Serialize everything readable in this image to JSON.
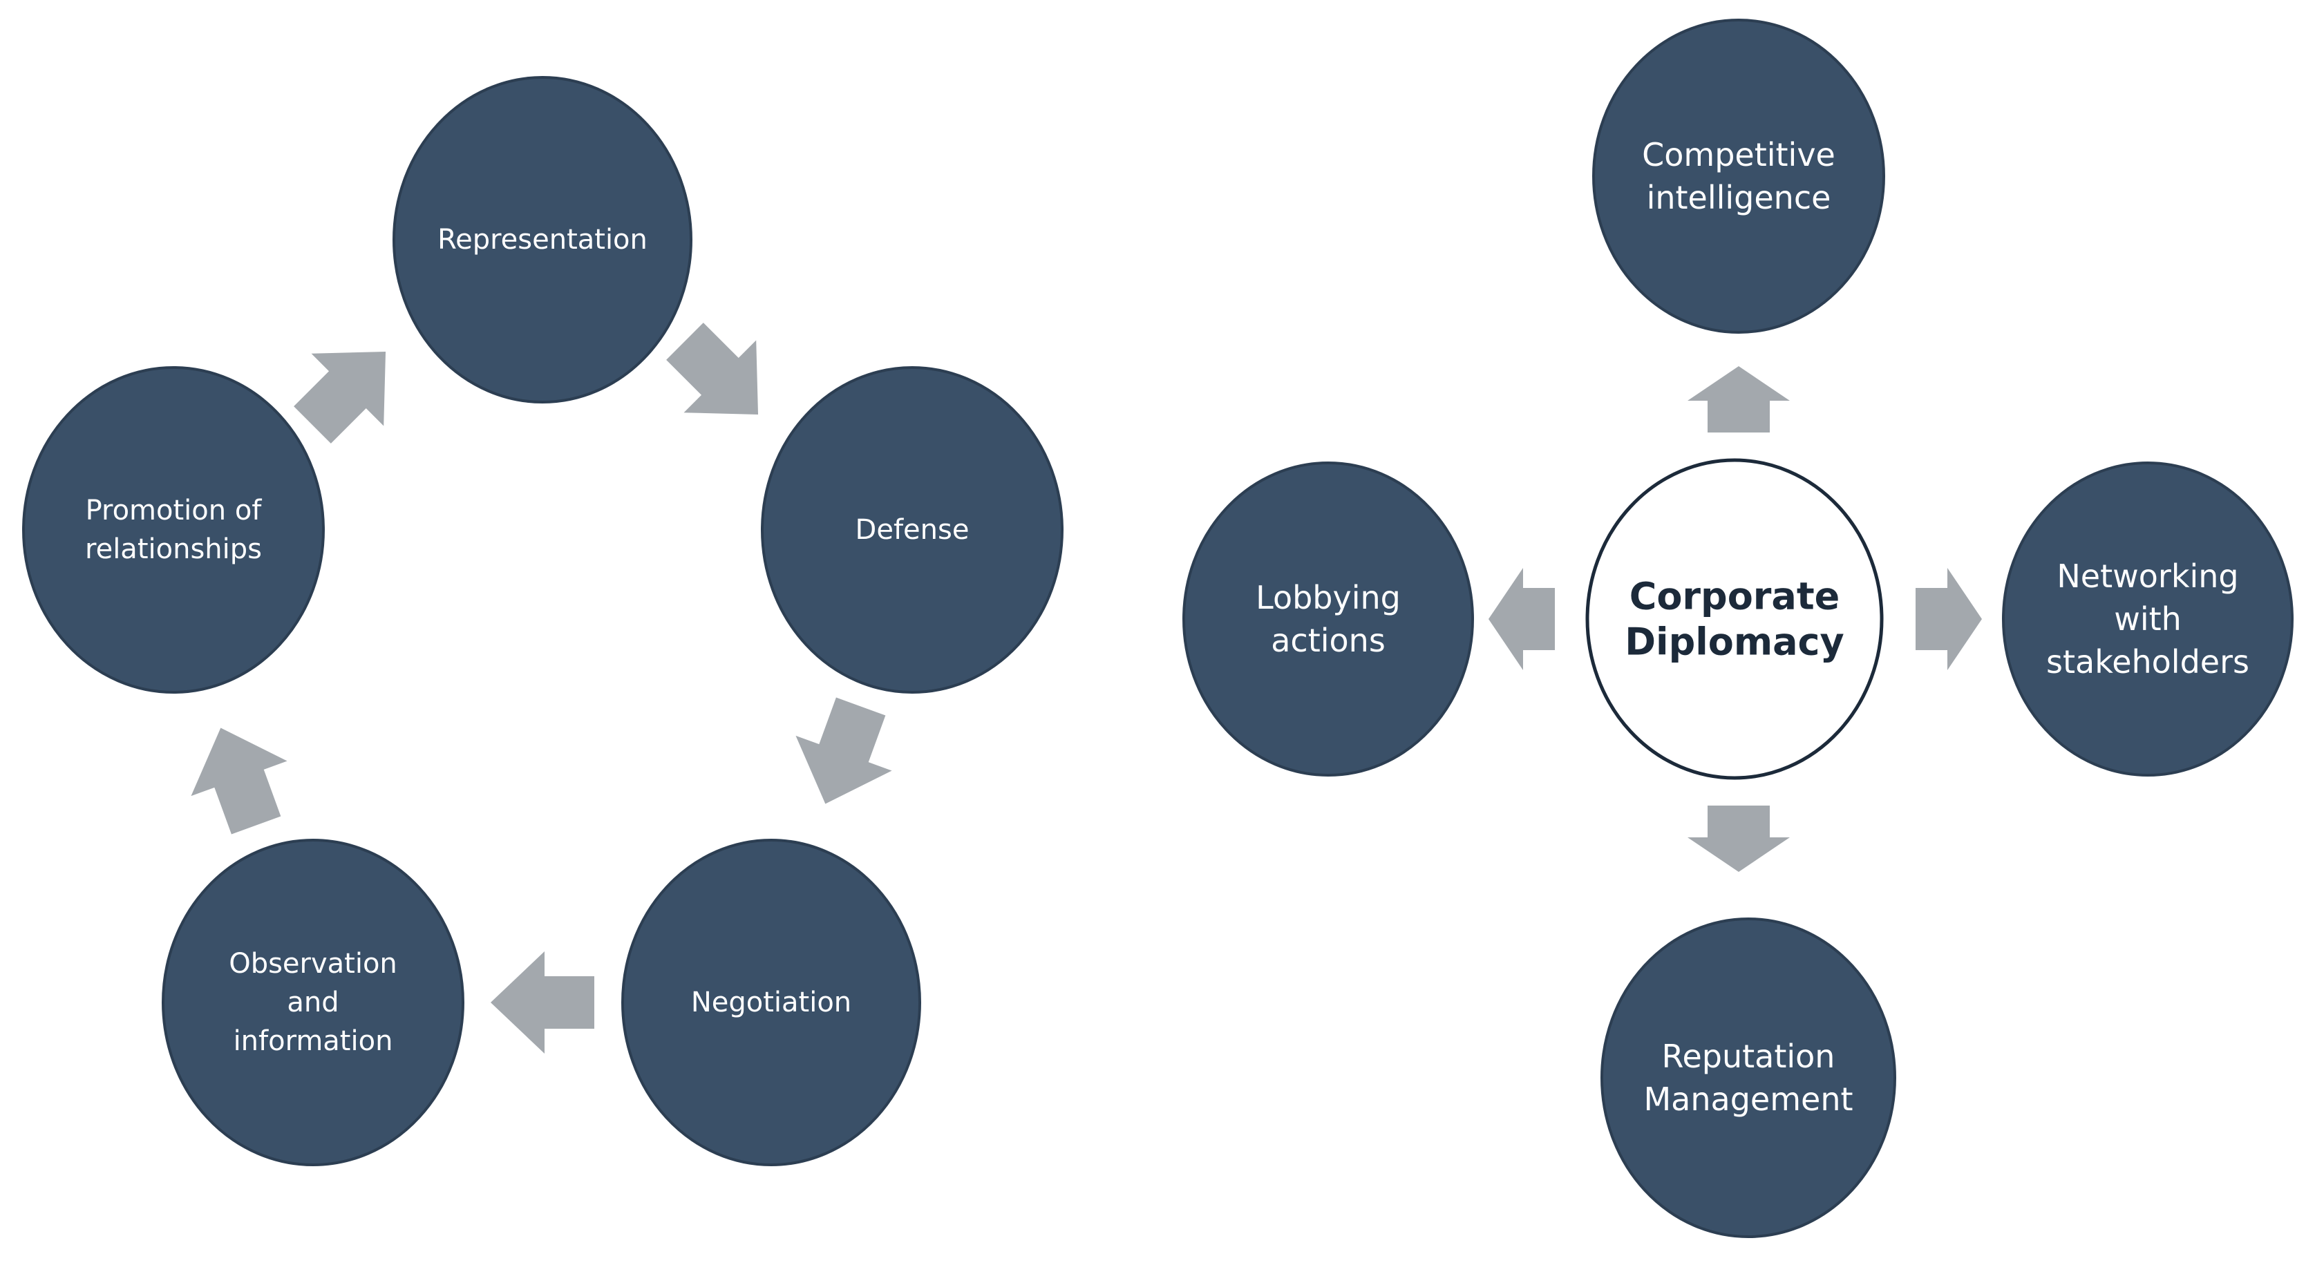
{
  "colors": {
    "node_fill": "#3a5068",
    "node_stroke": "#2c3e52",
    "center_stroke": "#1c2a3a",
    "center_text": "#1c2a3a",
    "arrow_fill": "#a3a8ad"
  },
  "cycle": {
    "nodes": [
      {
        "id": "representation",
        "lines": [
          "Representation"
        ]
      },
      {
        "id": "defense",
        "lines": [
          "Defense"
        ]
      },
      {
        "id": "negotiation",
        "lines": [
          "Negotiation"
        ]
      },
      {
        "id": "observation",
        "lines": [
          "Observation",
          "and",
          "information"
        ]
      },
      {
        "id": "promotion",
        "lines": [
          "Promotion of",
          "relationships"
        ]
      }
    ]
  },
  "hub": {
    "center": {
      "id": "corporate-diplomacy",
      "lines": [
        "Corporate",
        "Diplomacy"
      ]
    },
    "spokes": [
      {
        "id": "competitive-intelligence",
        "lines": [
          "Competitive",
          "intelligence"
        ]
      },
      {
        "id": "networking",
        "lines": [
          "Networking",
          "with",
          "stakeholders"
        ]
      },
      {
        "id": "reputation",
        "lines": [
          "Reputation",
          "Management"
        ]
      },
      {
        "id": "lobbying",
        "lines": [
          "Lobbying",
          "actions"
        ]
      }
    ]
  }
}
